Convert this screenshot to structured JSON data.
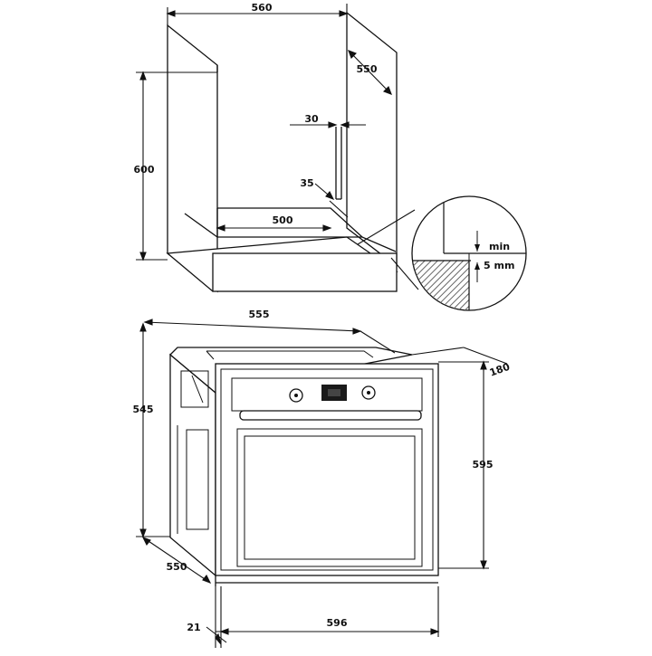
{
  "cabinet": {
    "width": "560",
    "depth": "550",
    "height": "600",
    "gap": "30",
    "offset": "35",
    "inner_width": "500"
  },
  "detail": {
    "min_label": "min",
    "gap_label": "5 mm"
  },
  "oven": {
    "body_width": "555",
    "body_height": "545",
    "protrusion": "180",
    "front_height": "595",
    "depth": "550",
    "front_thickness": "21",
    "front_width": "596"
  },
  "colors": {
    "line": "#111111",
    "hatch": "#666666",
    "display": "#1a1a1a"
  }
}
